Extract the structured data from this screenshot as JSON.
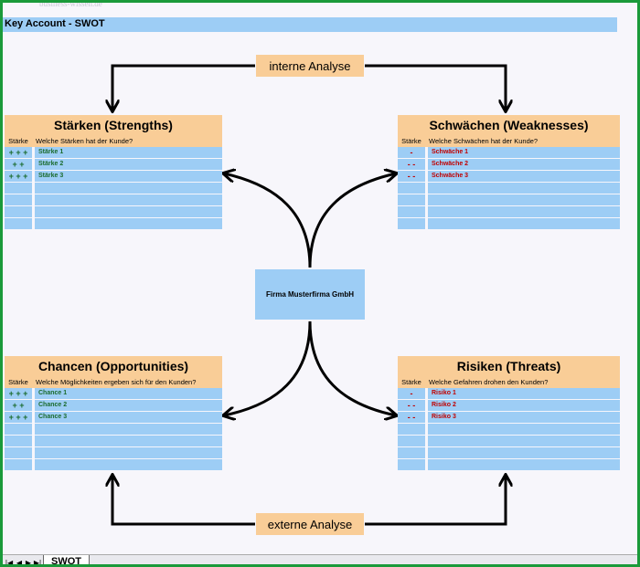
{
  "watermark": "business-wissen.de",
  "header": {
    "title": "Key Account - SWOT"
  },
  "center": {
    "label": "Firma Musterfirma GmbH"
  },
  "labels": {
    "intern": "interne Analyse",
    "extern": "externe Analyse"
  },
  "strengths": {
    "title": "Stärken (Strengths)",
    "col1": "Stärke",
    "col2": "Welche Stärken hat der Kunde?",
    "rows": [
      {
        "rating": "+ + +",
        "text": "Stärke 1"
      },
      {
        "rating": "+ +",
        "text": "Stärke 2"
      },
      {
        "rating": "+ + +",
        "text": "Stärke 3"
      },
      {
        "rating": "",
        "text": ""
      },
      {
        "rating": "",
        "text": ""
      },
      {
        "rating": "",
        "text": ""
      },
      {
        "rating": "",
        "text": ""
      }
    ]
  },
  "weaknesses": {
    "title": "Schwächen (Weaknesses)",
    "col1": "Stärke",
    "col2": "Welche Schwächen hat der Kunde?",
    "rows": [
      {
        "rating": "-",
        "text": "Schwäche 1"
      },
      {
        "rating": "- -",
        "text": "Schwäche 2"
      },
      {
        "rating": "- -",
        "text": "Schwäche 3"
      },
      {
        "rating": "",
        "text": ""
      },
      {
        "rating": "",
        "text": ""
      },
      {
        "rating": "",
        "text": ""
      },
      {
        "rating": "",
        "text": ""
      }
    ]
  },
  "opportunities": {
    "title": "Chancen (Opportunities)",
    "col1": "Stärke",
    "col2": "Welche Möglichkeiten ergeben sich für den Kunden?",
    "rows": [
      {
        "rating": "+ + +",
        "text": "Chance 1"
      },
      {
        "rating": "+ +",
        "text": "Chance 2"
      },
      {
        "rating": "+ + +",
        "text": "Chance 3"
      },
      {
        "rating": "",
        "text": ""
      },
      {
        "rating": "",
        "text": ""
      },
      {
        "rating": "",
        "text": ""
      },
      {
        "rating": "",
        "text": ""
      }
    ]
  },
  "threats": {
    "title": "Risiken (Threats)",
    "col1": "Stärke",
    "col2": "Welche Gefahren drohen den Kunden?",
    "rows": [
      {
        "rating": "-",
        "text": "Risiko 1"
      },
      {
        "rating": "- -",
        "text": "Risiko 2"
      },
      {
        "rating": "- -",
        "text": "Risiko 3"
      },
      {
        "rating": "",
        "text": ""
      },
      {
        "rating": "",
        "text": ""
      },
      {
        "rating": "",
        "text": ""
      },
      {
        "rating": "",
        "text": ""
      }
    ]
  },
  "sheet_tabs": {
    "active": "SWOT"
  },
  "nav": {
    "first": "|◀",
    "prev": "◀",
    "next": "▶",
    "last": "▶|"
  },
  "icons": [
    "arrow-icon",
    "first-sheet-icon",
    "prev-sheet-icon",
    "next-sheet-icon",
    "last-sheet-icon"
  ]
}
